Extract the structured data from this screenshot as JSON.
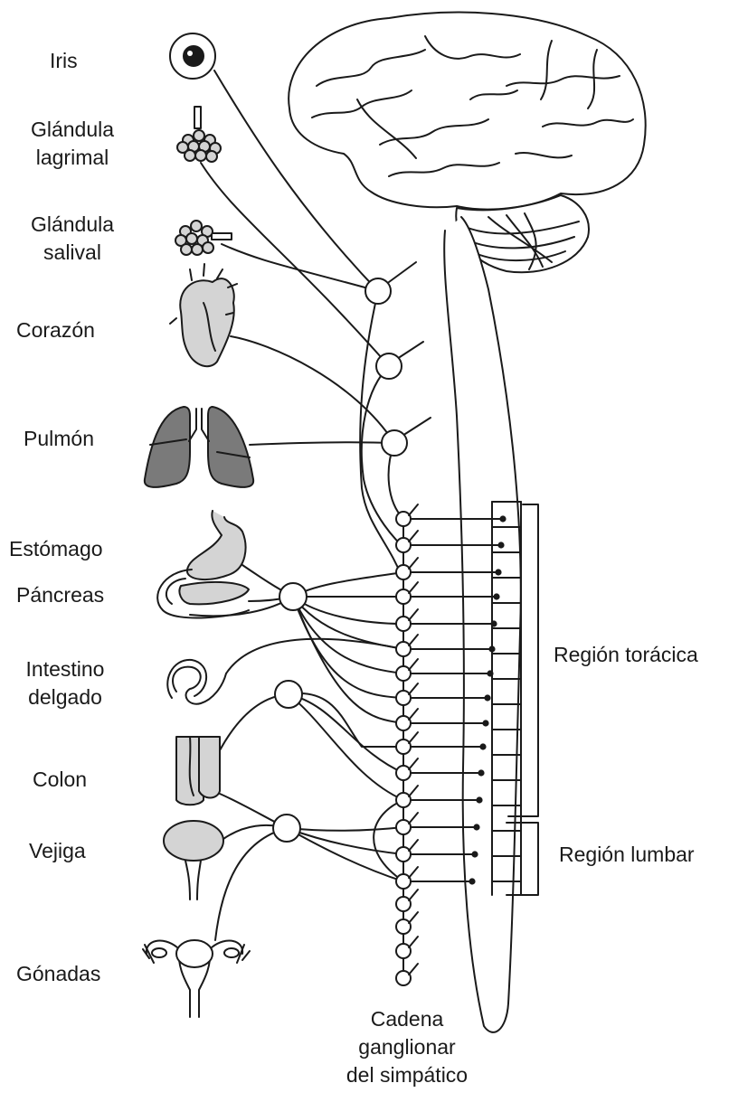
{
  "organs": {
    "iris": "Iris",
    "lacrimal_1": "Glándula",
    "lacrimal_2": "lagrimal",
    "salivary_1": "Glándula",
    "salivary_2": "salival",
    "heart": "Corazón",
    "lung": "Pulmón",
    "stomach": "Estómago",
    "pancreas": "Páncreas",
    "intestine_1": "Intestino",
    "intestine_2": "delgado",
    "colon": "Colon",
    "bladder": "Vejiga",
    "gonads": "Gónadas"
  },
  "regions": {
    "thoracic": "Región torácica",
    "lumbar": "Región lumbar"
  },
  "chain_label": {
    "line1": "Cadena",
    "line2": "ganglionar",
    "line3": "del simpático"
  },
  "colors": {
    "stroke": "#1a1a1a",
    "organ_fill": "#d4d4d4",
    "lung_fill": "#7a7a7a",
    "background": "#ffffff"
  }
}
